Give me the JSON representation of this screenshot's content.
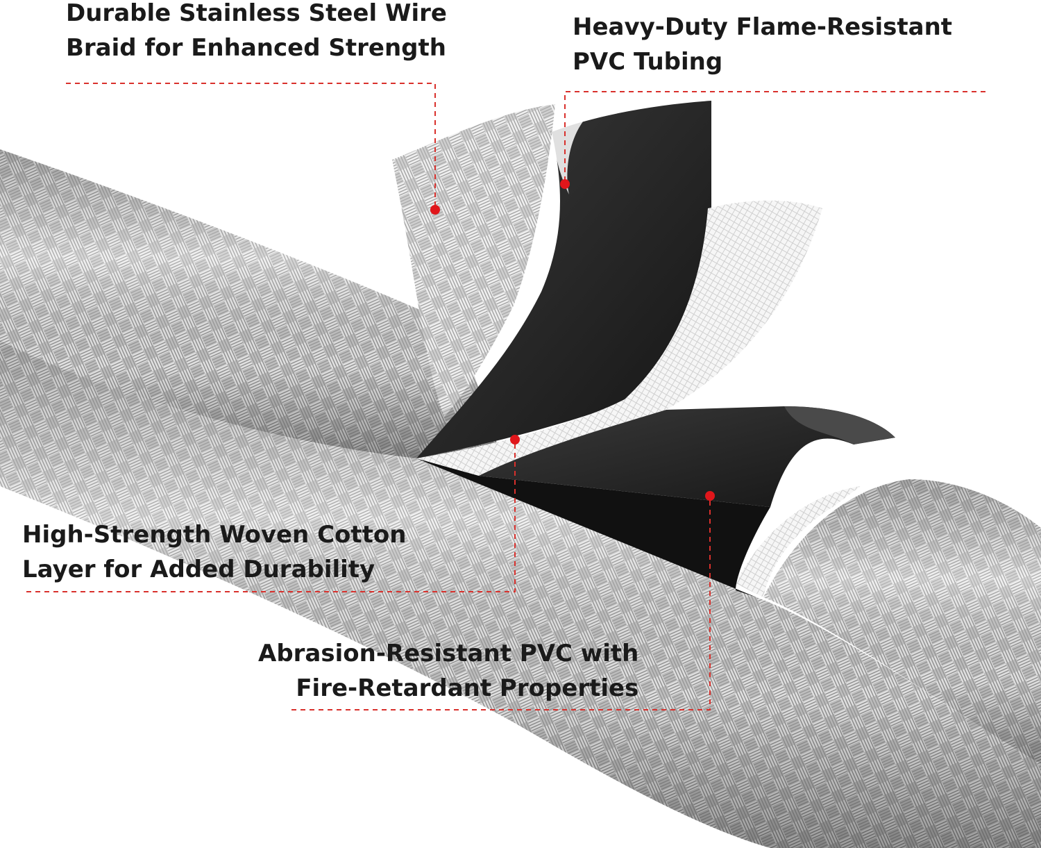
{
  "callouts": {
    "braid": {
      "line1": "Durable Stainless Steel Wire",
      "line2": "Braid for Enhanced Strength"
    },
    "tubing": {
      "line1": "Heavy-Duty Flame-Resistant",
      "line2": "PVC Tubing"
    },
    "cotton": {
      "line1": "High-Strength Woven Cotton",
      "line2": "Layer for Added Durability"
    },
    "abrasion": {
      "line1": "Abrasion-Resistant PVC with",
      "line2": "Fire-Retardant Properties"
    }
  },
  "colors": {
    "leader_line": "#d9302c",
    "marker_dot": "#e0161b",
    "braid_light": "#f2f2f2",
    "braid_mid": "#bdbdbd",
    "braid_dark": "#7a7a7a",
    "pvc_layer": "#2b2b2b",
    "cotton_layer": "#f4f4f4",
    "text": "#1a1a1a"
  }
}
